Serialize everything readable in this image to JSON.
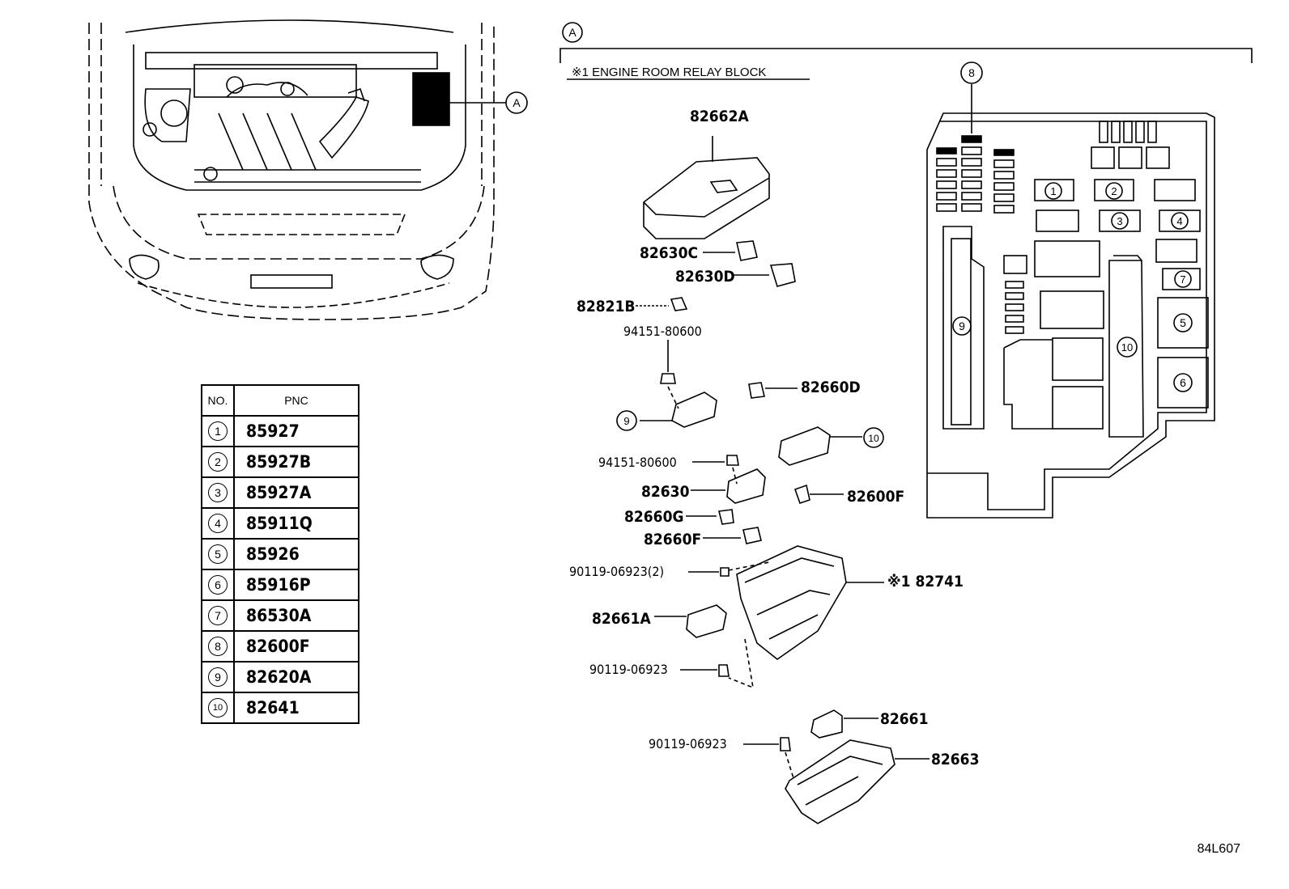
{
  "view_marker": "A",
  "section_title": "※1 ENGINE ROOM RELAY BLOCK",
  "table": {
    "headers": [
      "NO.",
      "PNC"
    ],
    "rows": [
      {
        "no": "1",
        "pnc": "85927"
      },
      {
        "no": "2",
        "pnc": "85927B"
      },
      {
        "no": "3",
        "pnc": "85927A"
      },
      {
        "no": "4",
        "pnc": "85911Q"
      },
      {
        "no": "5",
        "pnc": "85926"
      },
      {
        "no": "6",
        "pnc": "85916P"
      },
      {
        "no": "7",
        "pnc": "86530A"
      },
      {
        "no": "8",
        "pnc": "82600F"
      },
      {
        "no": "9",
        "pnc": "82620A"
      },
      {
        "no": "10",
        "pnc": "82641"
      }
    ]
  },
  "parts": {
    "p82662A": "82662A",
    "p82630C": "82630C",
    "p82630D": "82630D",
    "p82821B": "82821B",
    "p94151a": "94151-80600",
    "p82660D": "82660D",
    "p94151b": "94151-80600",
    "p82630": "82630",
    "p82600F": "82600F",
    "p82660G": "82660G",
    "p82660F": "82660F",
    "p90119a": "90119-06923(2)",
    "p82741": "※1 82741",
    "p82661A": "82661A",
    "p90119b": "90119-06923",
    "p82661": "82661",
    "p90119c": "90119-06923",
    "p82663": "82663"
  },
  "relay_block_numbers": [
    "1",
    "2",
    "3",
    "4",
    "5",
    "6",
    "7",
    "8",
    "9",
    "10"
  ],
  "diagram_code": "84L607"
}
